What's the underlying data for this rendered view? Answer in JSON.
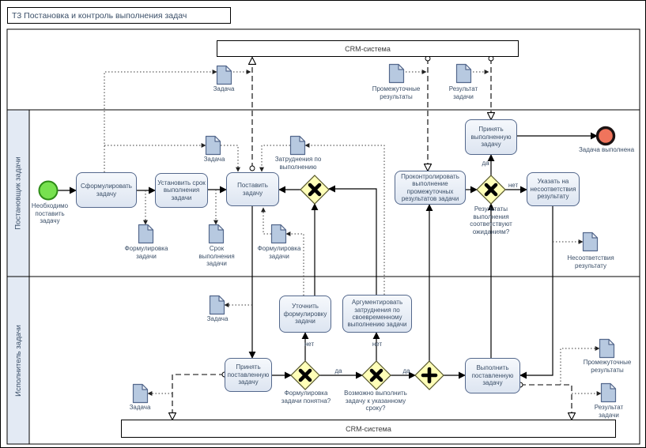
{
  "title": "Т3 Постановка и контроль выполнения задач",
  "lanes": {
    "top": "Постановщик задачи",
    "bottom": "Исполнитель задачи"
  },
  "crm": {
    "top": "CRM-система",
    "bottom": "CRM-система"
  },
  "tasks": {
    "formulate": "Сформулировать задачу",
    "set_deadline": "Установить срок выполнения задачи",
    "assign": "Поставить задачу",
    "monitor": "Проконтролировать выполнение промежуточных результатов задачи",
    "accept_done": "Принять выполненную задачу",
    "point_mismatch": "Указать на несоответствия результату",
    "clarify": "Уточнить формулировку задачи",
    "argue": "Аргументировать затруднения по своевременному выполнению задачи",
    "accept_assigned": "Принять поставленную задачу",
    "execute": "Выполнить поставленную задачу"
  },
  "events": {
    "start": "Необходимо поставить задачу",
    "end": "Задача выполнена"
  },
  "gateways": {
    "results_match": "Результаты выполнения соответствуют ожиданиям?",
    "wording_clear": "Формулировка задачи понятна?",
    "deadline_possible": "Возможно выполнить задачу к указанному сроку?"
  },
  "edge_labels": {
    "g2_yes": "да",
    "g2_no": "нет",
    "g3_yes": "да",
    "g3_no": "нет",
    "g4_yes": "да",
    "g4_no": "нет"
  },
  "docs": {
    "task_crm_top": "Задача",
    "interim_crm_top": "Промежуточные результаты",
    "result_crm_top": "Результат задачи",
    "task_setter": "Задача",
    "difficulties": "Затруднения по выполнению",
    "wording_a": "Формулировка задачи",
    "deadline": "Срок выполнения задачи",
    "wording_b": "Формулировка задачи",
    "mismatch": "Несоответствия результату",
    "task_exec_a": "Задача",
    "task_exec_b": "Задача",
    "interim_exec": "Промежуточные результаты",
    "result_exec": "Результат задачи"
  },
  "colors": {
    "start-fill": "#77e14f",
    "start-stroke": "#2e8c17",
    "end-fill": "#f0745c",
    "end-stroke": "#1c1313",
    "gateway-fill": "#ffffb8",
    "gateway-stroke": "#55552a",
    "doc-fill": "#b7c9e0",
    "doc-fold": "#e9eff7",
    "node-border": "#54688c",
    "node-text": "#3b4f68",
    "lane-fill": "#e3eaf4",
    "task-top": "#f5f8fc",
    "task-bottom": "#dde5f1"
  }
}
